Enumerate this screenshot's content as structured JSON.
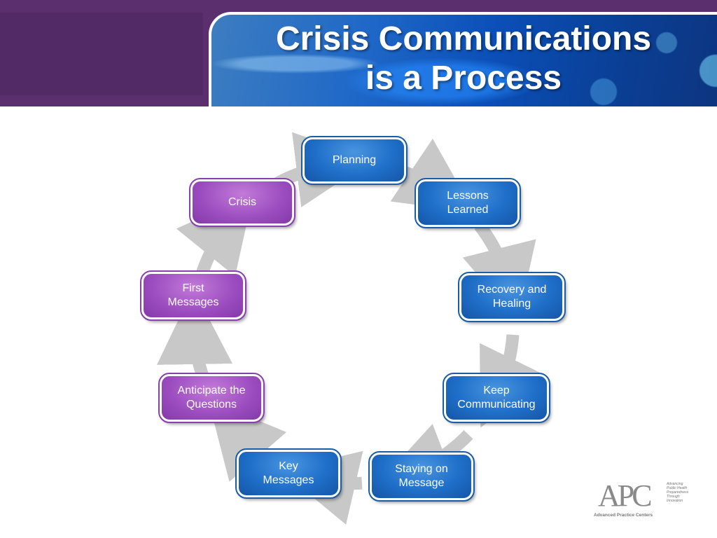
{
  "header": {
    "title_line1": "Crisis Communications",
    "title_line2": "is a Process"
  },
  "diagram": {
    "steps": [
      {
        "label": "Planning",
        "color": "blue"
      },
      {
        "label": "Lessons\nLearned",
        "color": "blue"
      },
      {
        "label": "Recovery and\nHealing",
        "color": "blue"
      },
      {
        "label": "Keep\nCommunicating",
        "color": "blue"
      },
      {
        "label": "Staying on\nMessage",
        "color": "blue"
      },
      {
        "label": "Key\nMessages",
        "color": "blue"
      },
      {
        "label": "Anticipate the\nQuestions",
        "color": "purple"
      },
      {
        "label": "First\nMessages",
        "color": "purple"
      },
      {
        "label": "Crisis",
        "color": "purple"
      }
    ],
    "colors": {
      "blue": "#1f6fc9",
      "purple": "#9b4cbf",
      "arrow": "#c8c8c8"
    }
  },
  "logo": {
    "mark": "APC",
    "tagline": "Advancing\nPublic Health\nPreparedness\nThrough\nInnovation",
    "caption": "Advanced Practice Centers"
  }
}
